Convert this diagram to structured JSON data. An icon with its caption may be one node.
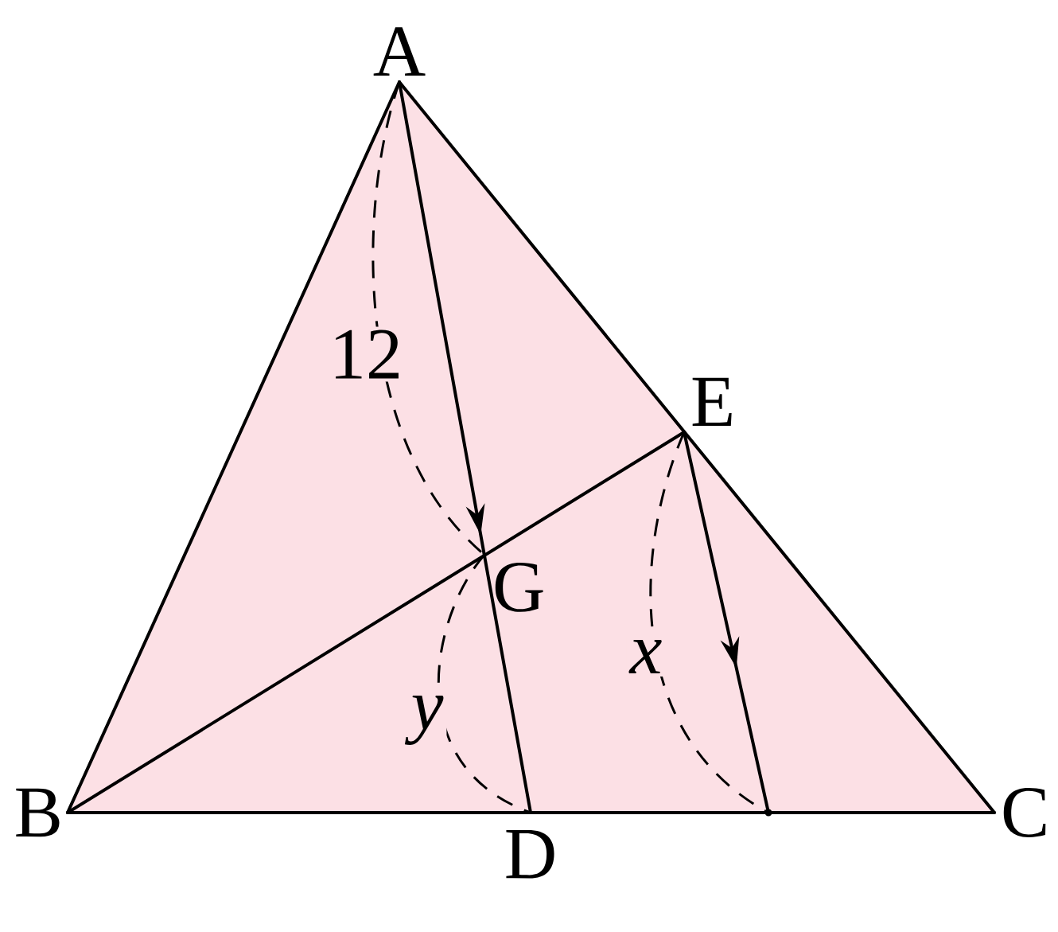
{
  "diagram": {
    "nodes": [
      {
        "text": [
          "A"
        ]
      },
      {
        "text": [
          "B"
        ]
      },
      {
        "text": [
          "C"
        ]
      },
      {
        "text": [
          "D"
        ]
      },
      {
        "text": [
          "E"
        ]
      },
      {
        "text": [
          "G"
        ]
      },
      {
        "text": [],
        "shape": "point"
      }
    ],
    "edges": [
      {
        "from": 0,
        "to": 1,
        "arrow": "none"
      },
      {
        "from": 0,
        "to": 2,
        "arrow": "none"
      },
      {
        "from": 1,
        "to": 2,
        "arrow": "none"
      },
      {
        "from": 1,
        "to": 4,
        "arrow": "none"
      },
      {
        "from": 0,
        "to": 3,
        "arrow": "to"
      },
      {
        "from": 4,
        "to": 6,
        "arrow": "to"
      }
    ],
    "labels": [
      "12",
      "y",
      "x"
    ]
  }
}
